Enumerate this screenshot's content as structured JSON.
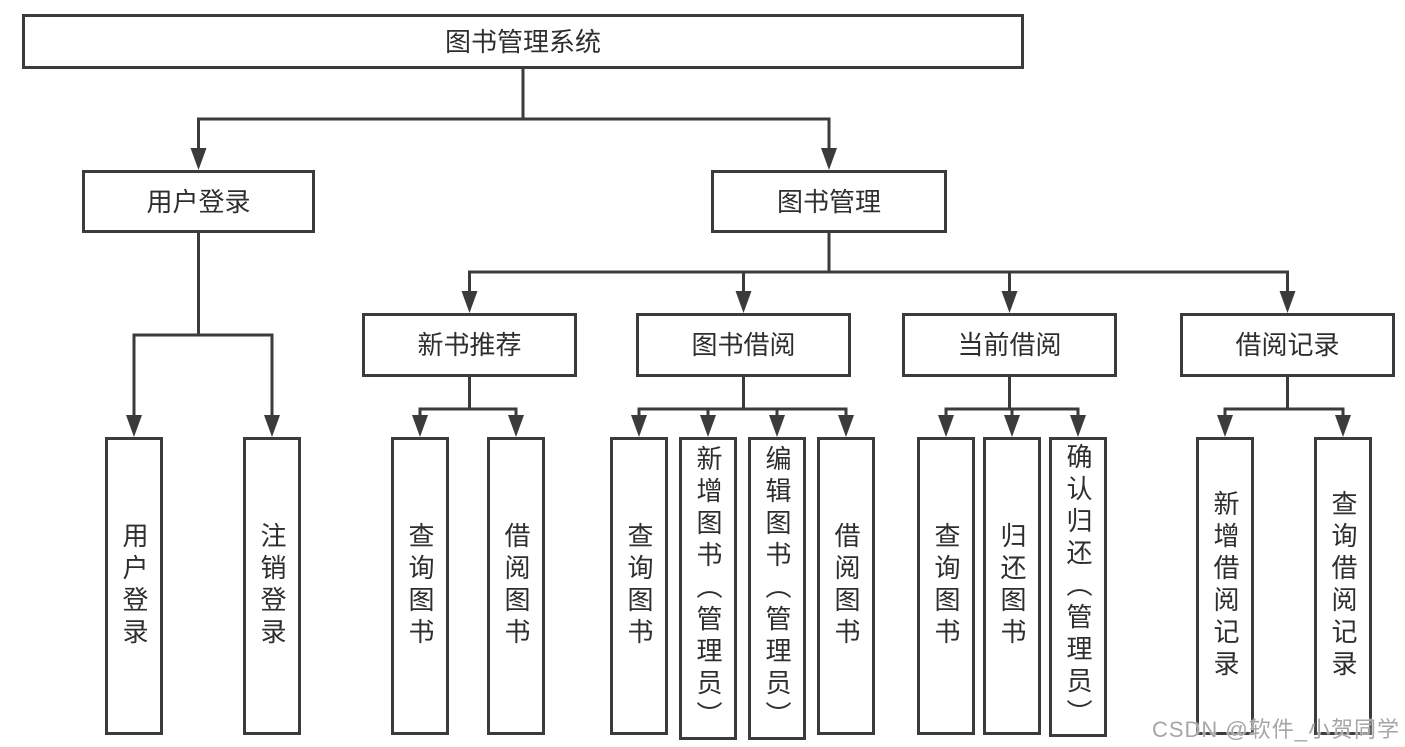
{
  "tree": {
    "label": "图书管理系统",
    "children": [
      {
        "label": "用户登录",
        "children": [
          {
            "label": "用户登录"
          },
          {
            "label": "注销登录"
          }
        ]
      },
      {
        "label": "图书管理",
        "children": [
          {
            "label": "新书推荐",
            "children": [
              {
                "label": "查询图书"
              },
              {
                "label": "借阅图书"
              }
            ]
          },
          {
            "label": "图书借阅",
            "children": [
              {
                "label": "查询图书"
              },
              {
                "label": "新增图书（管理员）"
              },
              {
                "label": "编辑图书（管理员）"
              },
              {
                "label": "借阅图书"
              }
            ]
          },
          {
            "label": "当前借阅",
            "children": [
              {
                "label": "查询图书"
              },
              {
                "label": "归还图书"
              },
              {
                "label": "确认归还（管理员）"
              }
            ]
          },
          {
            "label": "借阅记录",
            "children": [
              {
                "label": "新增借阅记录"
              },
              {
                "label": "查询借阅记录"
              }
            ]
          }
        ]
      }
    ]
  },
  "watermark": {
    "text": "CSDN @软件_小贺同学"
  },
  "colors": {
    "line": "#3b3b3b",
    "box_border": "#3b3b3b",
    "text": "#2e2e2e",
    "watermark": "#969696",
    "background": "#ffffff"
  }
}
